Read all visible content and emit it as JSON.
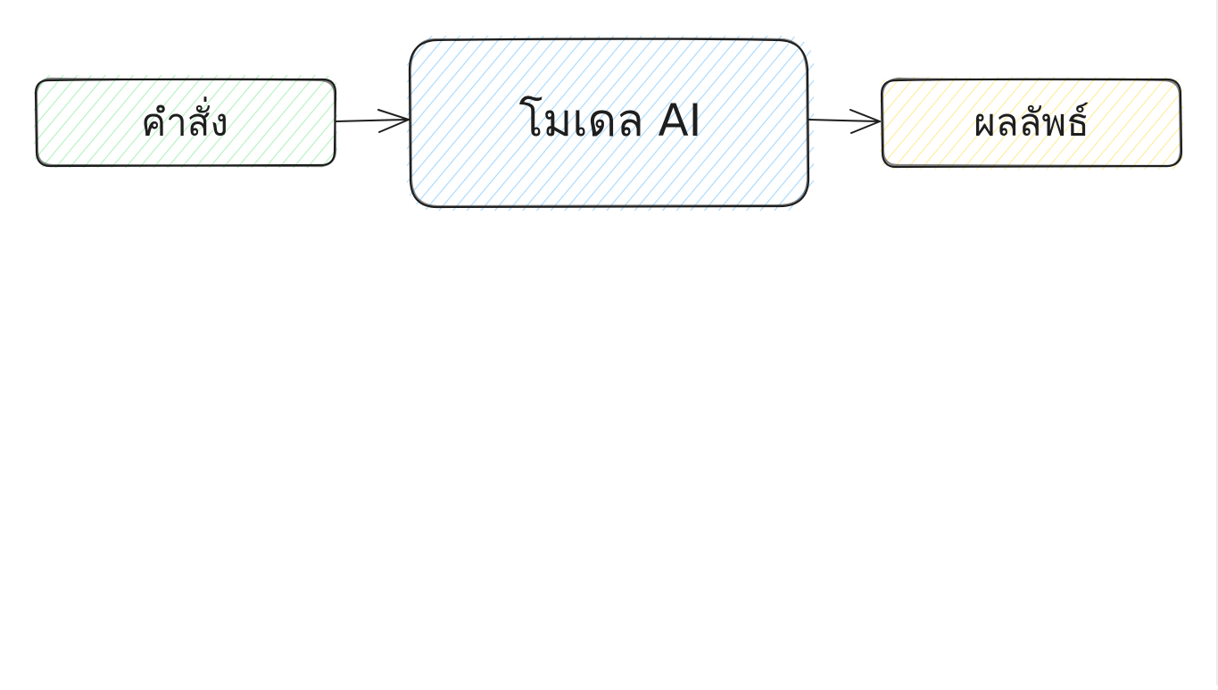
{
  "diagram": {
    "nodes": {
      "input": {
        "label": "คำสั่ง",
        "fill_color": "#b2f2bb"
      },
      "model": {
        "label": "โมเดล AI",
        "fill_color": "#a5d8ff"
      },
      "output": {
        "label": "ผลลัพธ์",
        "fill_color": "#ffec99"
      }
    },
    "edges": [
      {
        "from": "input",
        "to": "model"
      },
      {
        "from": "model",
        "to": "output"
      }
    ],
    "stroke_color": "#1e1e1e",
    "background_color": "#ffffff"
  }
}
